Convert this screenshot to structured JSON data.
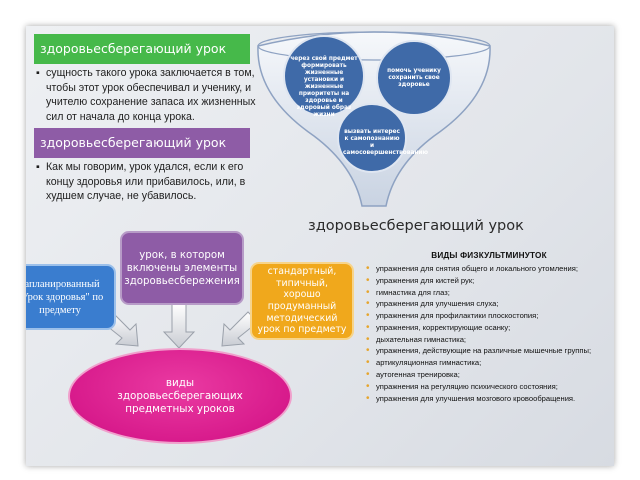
{
  "top_left": {
    "header1": "здоровьесберегающий урок",
    "text1": "сущность такого урока заключается в том, чтобы этот урок обеспечивал и ученику, и учителю сохранение запаса их жизненных сил от начала до конца урока.",
    "header2": "здоровьесберегающий урок",
    "text2": "Как мы говорим, урок удался, если к его концу здоровья или прибавилось, или, в худшем случае, не убавилось."
  },
  "funnel": {
    "circle1": "через свой предмет формировать жизненные установки и жизненные приоритеты на здоровье и здоровый образ жизни",
    "circle2": "помочь ученику сохранить свое здоровье",
    "circle3": "вызвать интерес к самопознанию и самосовершенствованию",
    "title": "здоровьесберегающий урок"
  },
  "lesson_types": {
    "purple_box": "урок, в котором включены элементы здоровьесбережения",
    "blue_box": "запланированный \"Урок здоровья\" по предмету",
    "orange_box": "стандартный, типичный, хорошо продуманный методический урок по предмету",
    "center_ellipse": "виды здоровьесберегающих предметных уроков"
  },
  "fizminutki": {
    "title": "ВИДЫ ФИЗКУЛЬТМИНУТОК",
    "items": [
      "упражнения для снятия общего и локального утомления;",
      "упражнения для кистей рук;",
      "гимнастика для глаз;",
      "упражнения для улучшения слуха;",
      "упражнения для профилактики плоскостопия;",
      "упражнения, корректирующие осанку;",
      "дыхательная гимнастика;",
      "упражнения, действующие на различные мышечные группы;",
      "артикуляционная гимнастика;",
      "аутогенная тренировка;",
      "упражнения на регуляцию психического состояния;",
      "упражнения для улучшения мозгового кровообращения."
    ]
  },
  "colors": {
    "green": "#46b94a",
    "purple": "#8e5ca6",
    "blue": "#3a7dcf",
    "orange": "#f0a81c",
    "magenta": "#d81b8c",
    "funnel_blue": "#3f6aa8"
  }
}
